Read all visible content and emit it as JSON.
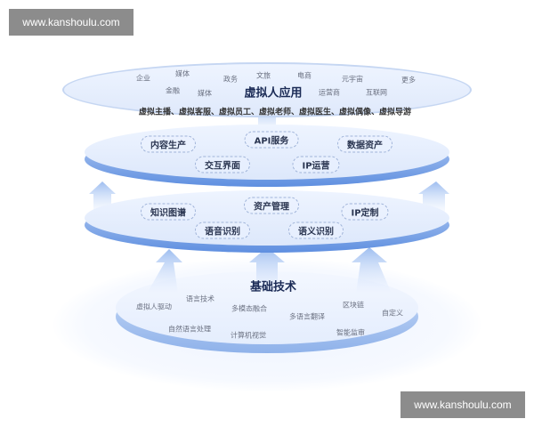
{
  "watermark": "www.kanshoulu.com",
  "top_layer": {
    "title": "虚拟人应用",
    "tags": [
      "企业",
      "媒体",
      "金融",
      "媒体",
      "政务",
      "文旅",
      "电商",
      "运营商",
      "元宇宙",
      "互联网",
      "更多"
    ],
    "roles": "虚拟主播、虚拟客服、虚拟员工、虚拟老师、虚拟医生、虚拟偶像、虚拟导游"
  },
  "middle_layer": {
    "items": [
      "内容生产",
      "API服务",
      "数据资产",
      "交互界面",
      "IP运营"
    ]
  },
  "lower_layer": {
    "items": [
      "知识图谱",
      "资产管理",
      "IP定制",
      "语音识别",
      "语义识别"
    ]
  },
  "base_layer": {
    "title": "基础技术",
    "items": [
      "虚拟人驱动",
      "语言技术",
      "多模态融合",
      "区块链",
      "自定义",
      "自然语言处理",
      "计算机视觉",
      "多语言翻译",
      "智能监审"
    ]
  }
}
